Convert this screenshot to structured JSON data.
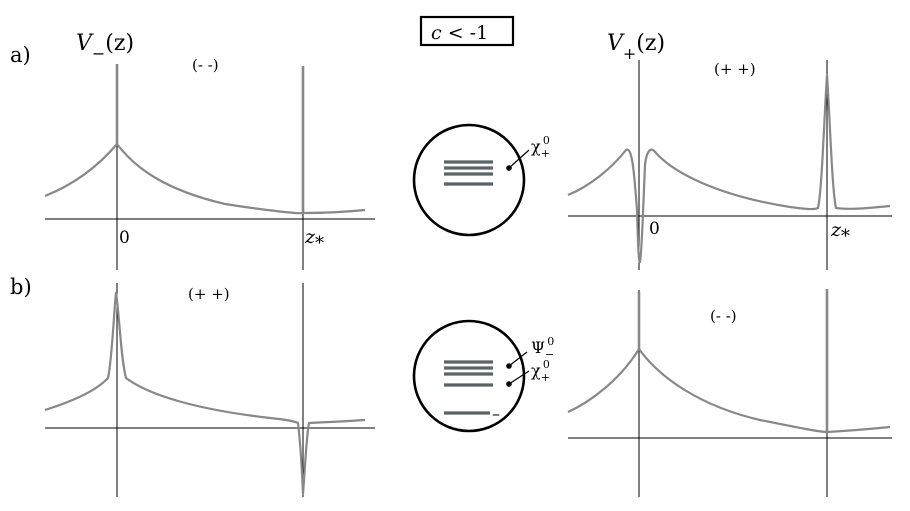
{
  "condition": {
    "var": "c",
    "rest": " < -1"
  },
  "panel_labels": {
    "a": "a)",
    "b": "b)"
  },
  "potential_left": {
    "main": "V",
    "sub": "−",
    "arg": "(z)"
  },
  "potential_right": {
    "main": "V",
    "sub": "+",
    "arg": "(z)"
  },
  "parity": {
    "a_left": "(- -)",
    "a_right": "(+ +)",
    "b_left": "(+ +)",
    "b_right": "(- -)"
  },
  "ticks": {
    "zero_left": "0",
    "zero_right": "0",
    "zstar_left": {
      "main": "z",
      "sub": "*"
    },
    "zstar_right": {
      "main": "z",
      "sub": "*"
    }
  },
  "modes_a": {
    "chi_main": "χ",
    "chi_sub": "+",
    "chi_sup": "0"
  },
  "modes_b": {
    "psi_main": "Ψ",
    "psi_sub": "−",
    "psi_sup": "0",
    "chi_main": "χ",
    "chi_sub": "+",
    "chi_sup": "0",
    "minus": "–"
  },
  "colors": {
    "curve": "#888888",
    "level": "#5a6466",
    "axis": "#000000"
  }
}
